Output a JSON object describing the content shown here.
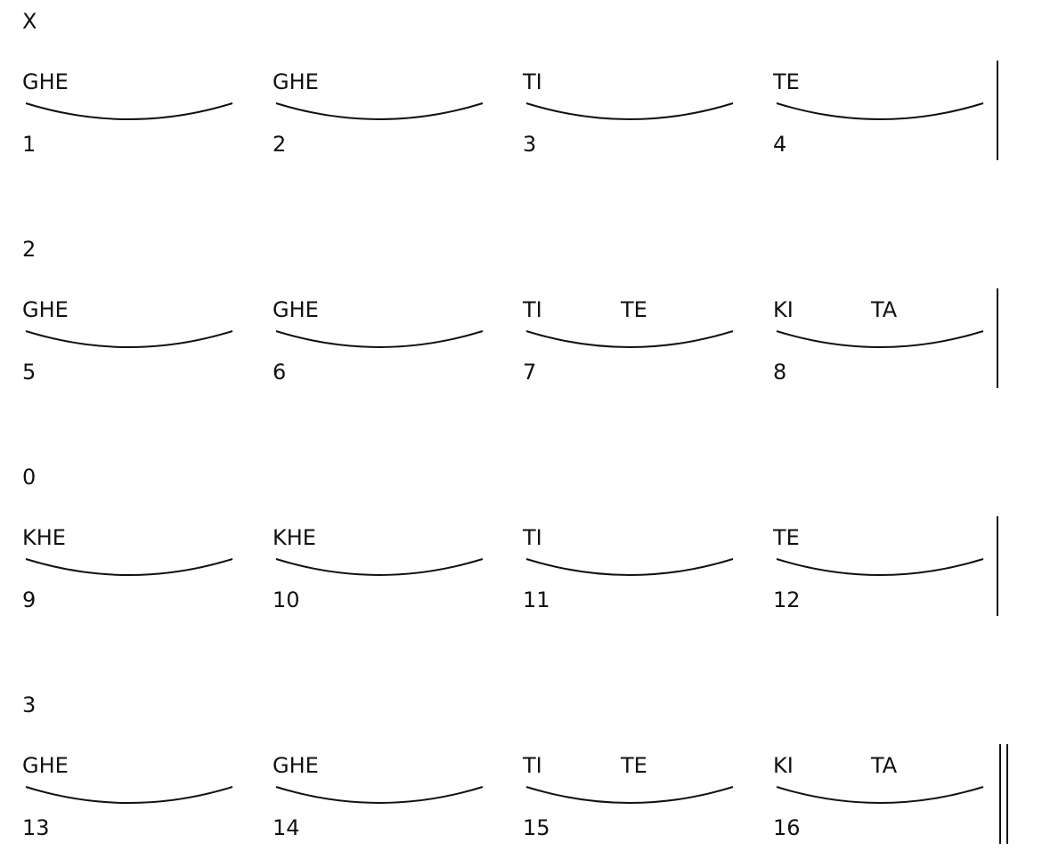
{
  "rows": [
    {
      "tala_mark": "X",
      "beats": [
        {
          "bols": [
            "GHE"
          ],
          "number": "1"
        },
        {
          "bols": [
            "GHE"
          ],
          "number": "2"
        },
        {
          "bols": [
            "TI"
          ],
          "number": "3"
        },
        {
          "bols": [
            "TE"
          ],
          "number": "4"
        }
      ],
      "barline": "single"
    },
    {
      "tala_mark": "2",
      "beats": [
        {
          "bols": [
            "GHE"
          ],
          "number": "5"
        },
        {
          "bols": [
            "GHE"
          ],
          "number": "6"
        },
        {
          "bols": [
            "TI",
            "TE"
          ],
          "number": "7"
        },
        {
          "bols": [
            "KI",
            "TA"
          ],
          "number": "8"
        }
      ],
      "barline": "single"
    },
    {
      "tala_mark": "0",
      "beats": [
        {
          "bols": [
            "KHE"
          ],
          "number": "9"
        },
        {
          "bols": [
            "KHE"
          ],
          "number": "10"
        },
        {
          "bols": [
            "TI"
          ],
          "number": "11"
        },
        {
          "bols": [
            "TE"
          ],
          "number": "12"
        }
      ],
      "barline": "single"
    },
    {
      "tala_mark": "3",
      "beats": [
        {
          "bols": [
            "GHE"
          ],
          "number": "13"
        },
        {
          "bols": [
            "GHE"
          ],
          "number": "14"
        },
        {
          "bols": [
            "TI",
            "TE"
          ],
          "number": "15"
        },
        {
          "bols": [
            "KI",
            "TA"
          ],
          "number": "16"
        }
      ],
      "barline": "double"
    }
  ]
}
